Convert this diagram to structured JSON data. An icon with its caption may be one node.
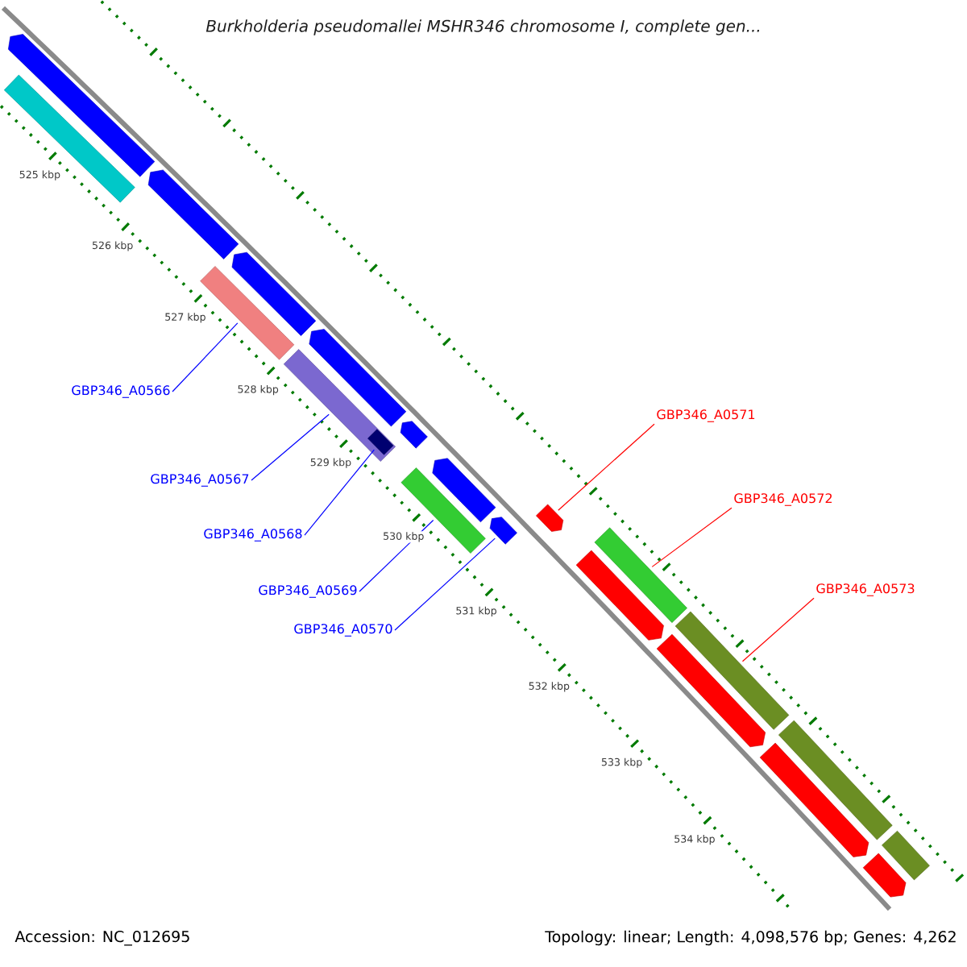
{
  "diagram": {
    "title": "*Burkholderia pseudomallei* MSHR346 chromosome I, complete gen...",
    "nodes": [
      {
        "text": [
          "GBP346_A0566"
        ]
      },
      {
        "text": [
          "GBP346_A0567"
        ]
      },
      {
        "text": [
          "GBP346_A0568"
        ]
      },
      {
        "text": [
          "GBP346_A0569"
        ]
      },
      {
        "text": [
          "GBP346_A0570"
        ]
      },
      {
        "text": [
          "GBP346_A0571"
        ]
      },
      {
        "text": [
          "GBP346_A0572"
        ]
      },
      {
        "text": [
          "GBP346_A0573"
        ]
      },
      {
        "text": [],
        "shape": "bar"
      },
      {
        "text": [],
        "shape": "bar"
      },
      {
        "text": [],
        "shape": "bar",
        "in": 9
      },
      {
        "text": [],
        "shape": "bar"
      },
      {
        "text": [],
        "shape": "pentagon"
      },
      {
        "text": [],
        "shape": "pentagon"
      },
      {
        "text": [],
        "shape": "bar"
      },
      {
        "text": [],
        "shape": "bar"
      },
      {
        "text": [],
        "shape": "bar"
      },
      {
        "text": [],
        "shape": "pentagon"
      },
      {
        "text": [],
        "shape": "pentagon"
      },
      {
        "text": [],
        "shape": "pentagon"
      },
      {
        "text": [],
        "shape": "pentagon"
      },
      {
        "text": [],
        "shape": "pentagon"
      },
      {
        "text": [],
        "shape": "pentagon"
      },
      {
        "text": [],
        "shape": "pentagon"
      },
      {
        "text": [],
        "shape": "pentagon"
      },
      {
        "text": [],
        "shape": "pentagon"
      },
      {
        "text": [],
        "shape": "pentagon"
      },
      {
        "text": [],
        "shape": "bar"
      },
      {
        "text": [],
        "shape": "bar"
      }
    ],
    "edges": [
      {
        "from": 0,
        "to": 8,
        "arrow": "none"
      },
      {
        "from": 1,
        "to": 9,
        "arrow": "none"
      },
      {
        "from": 2,
        "to": 10,
        "arrow": "none"
      },
      {
        "from": 3,
        "to": 11,
        "arrow": "none"
      },
      {
        "from": 4,
        "to": 12,
        "arrow": "none"
      },
      {
        "from": 5,
        "to": 13,
        "arrow": "none",
        "color": "#ff0000"
      },
      {
        "from": 6,
        "to": 14,
        "arrow": "none",
        "color": "#ff0000"
      },
      {
        "from": 7,
        "to": 15,
        "arrow": "none",
        "color": "#ff0000"
      }
    ],
    "labels": [
      "525 kbp",
      "526 kbp",
      "527 kbp",
      "528 kbp",
      "529 kbp",
      "530 kbp",
      "531 kbp",
      "532 kbp",
      "533 kbp",
      "534 kbp",
      "Accession: NC_012695",
      "Topology: linear; Length: 4,098,576 bp; Genes: 4,262"
    ]
  }
}
